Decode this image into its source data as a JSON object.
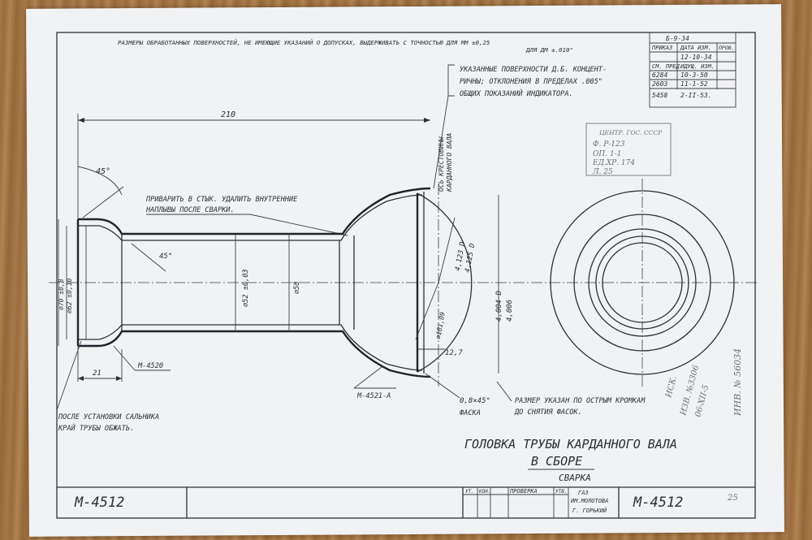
{
  "notes": {
    "top": "РАЗМЕРЫ ОБРАБОТАННЫХ ПОВЕРХНОСТЕЙ, НЕ ИМЕЮЩИЕ УКАЗАНИЙ О ДОПУСКАХ, ВЫДЕРЖИВАТЬ С ТОЧНОСТЬЮ ДЛЯ ММ ±0,25",
    "top2": "ДЛЯ ДМ ±.010\"",
    "concentric1": "УКАЗАННЫЕ ПОВЕРХНОСТИ Д.Б. КОНЦЕНТ-",
    "concentric2": "РИЧНЫ; ОТКЛОНЕНИЯ В ПРЕДЕЛАХ .005\"",
    "concentric3": "ОБЩИХ ПОКАЗАНИЙ ИНДИКАТОРА.",
    "weld1": "ПРИВАРИТЬ В СТЫК. УДАЛИТЬ ВНУТРЕННИЕ",
    "weld2": "НАПЛЫВЫ ПОСЛЕ СВАРКИ.",
    "cross_axis1": "ОСЬ КРЕСТОВИНЫ",
    "cross_axis2": "КАРДАННОГО ВАЛА",
    "gland1": "ПОСЛЕ УСТАНОВКИ САЛЬНИКА",
    "gland2": "КРАЙ ТРУБЫ ОБЖАТЬ.",
    "chamfer1": "0,8×45°",
    "chamfer2": "ФАСКА",
    "sharp1": "РАЗМЕР УКАЗАН ПО ОСТРЫМ КРОМКАМ",
    "sharp2": "ДО СНЯТИЯ ФАСОК."
  },
  "dimensions": {
    "length_210": "210",
    "angle_45_top": "45°",
    "angle_45_inner": "45°",
    "dia_70": "⌀70 ±0,8",
    "dia_62": "⌀62 ±0,10",
    "dia_52": "⌀52 ±0,03",
    "dia_58": "⌀58",
    "dim_21": "21",
    "dim_12_7": "12,7",
    "dia_101": "⌀101,09",
    "d4123a": "4,123 D",
    "d4123b": "4,125 D",
    "d4004a": "4,004 D",
    "d4004b": "4,006"
  },
  "part_refs": {
    "m4520": "М-4520",
    "m4521a": "М-4521-А"
  },
  "revision_block": {
    "headers": [
      "ПРИКАЗ",
      "ДАТА ИЗМ.",
      "ПРОВ."
    ],
    "rows": [
      [
        "",
        "Б-9-34",
        ""
      ],
      [
        "",
        "12-10-34",
        ""
      ],
      [
        "СМ. ПРЕД",
        "ИДУЩ. ИЗМ.",
        ""
      ],
      [
        "6284",
        "10-3-50",
        ""
      ],
      [
        "2603",
        "11-1-52",
        ""
      ],
      [
        "5458",
        "2-II-53.",
        ""
      ]
    ]
  },
  "stamp": {
    "title": "ЦЕНТР. ГОС. СССР",
    "lines": [
      "Ф. Р-123",
      "ОП. 1-1",
      "ЕД.ХР. 174",
      "Л. 25"
    ]
  },
  "handwritten": {
    "inv": "ИНВ. № 56034",
    "copy1": "ИСК.",
    "copy2": "ИЗВ. №3306",
    "copy3": "06-XII-5"
  },
  "title_block": {
    "name_line1": "ГОЛОВКА ТРУБЫ КАРДАННОГО ВАЛА",
    "name_line2": "В СБОРЕ",
    "subtitle": "СВАРКА",
    "drawing_number": "М-4512",
    "drawing_number_left": "М-4512",
    "cols": [
      "УТ.",
      "КОН.",
      "ПРОВЕРКА",
      "УТВ."
    ],
    "plant1": "ГАЗ",
    "plant2": "ИМ.МОЛОТОВА",
    "plant3": "Г. ГОРЬКИЙ",
    "sheet": "25"
  },
  "colors": {
    "ink": "#2b2f37",
    "paper": "#f1f2f4",
    "background": "#9a6f43"
  }
}
